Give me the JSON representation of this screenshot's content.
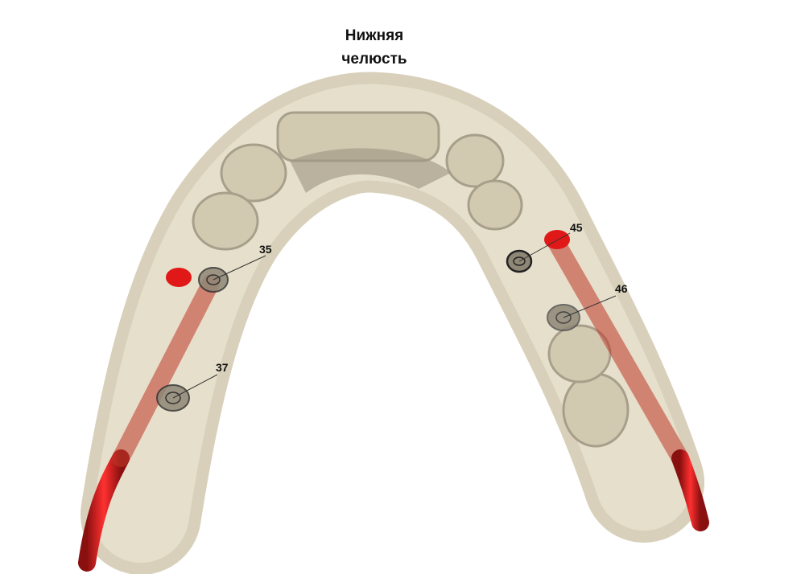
{
  "title_line1": "Нижняя",
  "title_line2": "челюсть",
  "implants": [
    {
      "label": "35"
    },
    {
      "label": "37"
    },
    {
      "label": "45"
    },
    {
      "label": "46"
    }
  ],
  "colors": {
    "model": "#e2dbc6",
    "shadow": "#b9b19c",
    "guide": "#d81e1e"
  }
}
